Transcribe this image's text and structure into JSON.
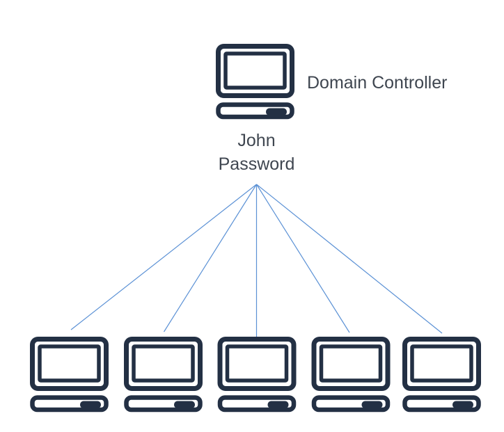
{
  "diagram": {
    "type": "network-topology",
    "colors": {
      "bg": "#ffffff",
      "icon_color": "#233044",
      "line_color": "#5b91d5",
      "text_color": "#3f4650"
    },
    "icons": {
      "computer_icon": "desktop-computer-outline"
    },
    "server": {
      "label": "Domain Controller",
      "username": "John",
      "password": "Password"
    },
    "clients": {
      "count": 5
    },
    "connections": {
      "count": 5,
      "style": "thin straight lines fanning from a single point below the domain controller to each client"
    }
  }
}
